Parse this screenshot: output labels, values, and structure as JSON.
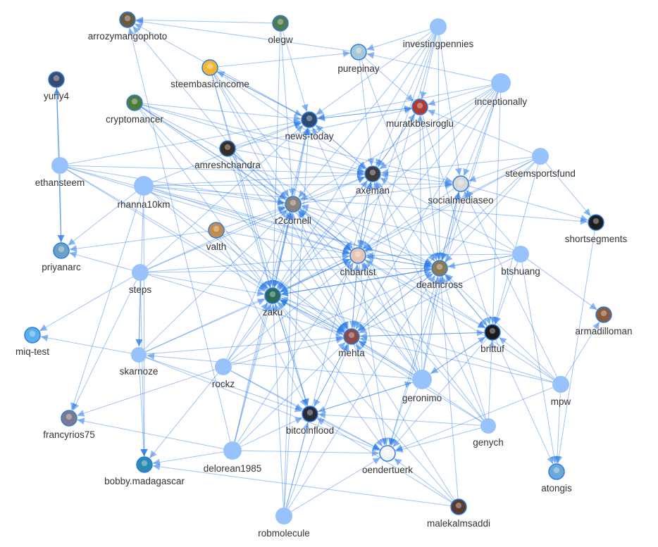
{
  "graph": {
    "node_color": "#97c2fc",
    "edge_color": "#2b7ce9",
    "nodes": [
      {
        "id": "arrozymangophoto",
        "label": "arrozymangophoto",
        "kind": "avatar",
        "avatar": "#6b5a3e"
      },
      {
        "id": "olegw",
        "label": "olegw",
        "kind": "avatar",
        "avatar": "#4e7a4e"
      },
      {
        "id": "investingpennies",
        "label": "investingpennies",
        "kind": "plain"
      },
      {
        "id": "purepinay",
        "label": "purepinay",
        "kind": "avatar",
        "avatar": "#a8c8d8"
      },
      {
        "id": "steembasicincome",
        "label": "steembasicincome",
        "kind": "avatar",
        "avatar": "#f2b632"
      },
      {
        "id": "yuriy4",
        "label": "yuriy4",
        "kind": "avatar",
        "avatar": "#3c4a6a"
      },
      {
        "id": "inceptionally",
        "label": "inceptionally",
        "kind": "plain"
      },
      {
        "id": "cryptomancer",
        "label": "cryptomancer",
        "kind": "avatar",
        "avatar": "#4f7a3a"
      },
      {
        "id": "muratkbesiroglu",
        "label": "muratkbesiroglu",
        "kind": "avatar",
        "avatar": "#b03a2e"
      },
      {
        "id": "news-today",
        "label": "news-today",
        "kind": "avatar",
        "avatar": "#2e4a6e"
      },
      {
        "id": "amreshchandra",
        "label": "amreshchandra",
        "kind": "avatar",
        "avatar": "#3a2e24"
      },
      {
        "id": "ethansteem",
        "label": "ethansteem",
        "kind": "plain"
      },
      {
        "id": "steemsportsfund",
        "label": "steemsportsfund",
        "kind": "plain"
      },
      {
        "id": "axeman",
        "label": "axeman",
        "kind": "avatar",
        "avatar": "#3b3b3b"
      },
      {
        "id": "rhanna10km",
        "label": "rhanna10km",
        "kind": "plain"
      },
      {
        "id": "socialmediaseo",
        "label": "socialmediaseo",
        "kind": "avatar",
        "avatar": "#d8d8d8"
      },
      {
        "id": "r2cornell",
        "label": "r2cornell",
        "kind": "avatar",
        "avatar": "#8a8278"
      },
      {
        "id": "shortsegments",
        "label": "shortsegments",
        "kind": "avatar",
        "avatar": "#1e1e1e"
      },
      {
        "id": "valth",
        "label": "valth",
        "kind": "avatar",
        "avatar": "#c48a4a"
      },
      {
        "id": "priyanarc",
        "label": "priyanarc",
        "kind": "avatar",
        "avatar": "#6aa0c0"
      },
      {
        "id": "chbartist",
        "label": "chbartist",
        "kind": "avatar",
        "avatar": "#e8c4b4"
      },
      {
        "id": "btshuang",
        "label": "btshuang",
        "kind": "plain"
      },
      {
        "id": "steps",
        "label": "steps",
        "kind": "plain"
      },
      {
        "id": "deathcross",
        "label": "deathcross",
        "kind": "avatar",
        "avatar": "#8a7a50"
      },
      {
        "id": "zaku",
        "label": "zaku",
        "kind": "avatar",
        "avatar": "#2a6a5a"
      },
      {
        "id": "armadilloman",
        "label": "armadilloman",
        "kind": "avatar",
        "avatar": "#8a5a3a"
      },
      {
        "id": "miq-test",
        "label": "miq-test",
        "kind": "avatar",
        "avatar": "#5ab0e8"
      },
      {
        "id": "brittuf",
        "label": "brittuf",
        "kind": "avatar",
        "avatar": "#1a1a1a"
      },
      {
        "id": "mehta",
        "label": "mehta",
        "kind": "avatar",
        "avatar": "#8a4a4a"
      },
      {
        "id": "skarnoze",
        "label": "skarnoze",
        "kind": "plain"
      },
      {
        "id": "rockz",
        "label": "rockz",
        "kind": "plain"
      },
      {
        "id": "geronimo",
        "label": "geronimo",
        "kind": "plain"
      },
      {
        "id": "mpw",
        "label": "mpw",
        "kind": "plain"
      },
      {
        "id": "francyrios75",
        "label": "francyrios75",
        "kind": "avatar",
        "avatar": "#7a7a8a"
      },
      {
        "id": "bitcoinflood",
        "label": "bitcoinflood",
        "kind": "avatar",
        "avatar": "#2a2a3a"
      },
      {
        "id": "genych",
        "label": "genych",
        "kind": "plain"
      },
      {
        "id": "delorean1985",
        "label": "delorean1985",
        "kind": "plain"
      },
      {
        "id": "oendertuerk",
        "label": "oendertuerk",
        "kind": "avatar",
        "avatar": "#f4f4f4"
      },
      {
        "id": "bobby.madagascar",
        "label": "bobby.madagascar",
        "kind": "avatar",
        "avatar": "#2a8ab0"
      },
      {
        "id": "atongis",
        "label": "atongis",
        "kind": "avatar",
        "avatar": "#6aa8d8"
      },
      {
        "id": "malekalmsaddi",
        "label": "malekalmsaddi",
        "kind": "avatar",
        "avatar": "#5a3a2a"
      },
      {
        "id": "robmolecule",
        "label": "robmolecule",
        "kind": "plain"
      }
    ],
    "edges_by_source": {
      "investingpennies": [
        "muratkbesiroglu",
        "axeman",
        "news-today",
        "socialmediaseo",
        "chbartist",
        "deathcross",
        "zaku",
        "r2cornell",
        "purepinay",
        "mehta"
      ],
      "inceptionally": [
        "muratkbesiroglu",
        "news-today",
        "axeman",
        "socialmediaseo",
        "deathcross",
        "chbartist",
        "zaku",
        "brittuf",
        "purepinay",
        "r2cornell",
        "mehta",
        "oendertuerk"
      ],
      "ethansteem": [
        "priyanarc",
        "news-today",
        "r2cornell",
        "zaku",
        "chbartist",
        "axeman",
        "deathcross",
        "mehta",
        "yuriy4"
      ],
      "steemsportsfund": [
        "shortsegments",
        "socialmediaseo",
        "axeman",
        "deathcross",
        "chbartist",
        "zaku",
        "muratkbesiroglu",
        "brittuf",
        "mehta"
      ],
      "rhanna10km": [
        "priyanarc",
        "r2cornell",
        "zaku",
        "chbartist",
        "deathcross",
        "axeman",
        "news-today",
        "francyrios75",
        "bobby.madagascar",
        "skarnoze",
        "mehta",
        "socialmediaseo",
        "shortsegments"
      ],
      "btshuang": [
        "deathcross",
        "chbartist",
        "zaku",
        "armadilloman",
        "brittuf",
        "atongis",
        "axeman",
        "mehta",
        "r2cornell",
        "socialmediaseo"
      ],
      "steps": [
        "priyanarc",
        "miq-test",
        "skarnoze",
        "francyrios75",
        "bobby.madagascar",
        "zaku",
        "chbartist",
        "r2cornell",
        "deathcross",
        "mehta",
        "axeman",
        "news-today"
      ],
      "skarnoze": [
        "miq-test",
        "bobby.madagascar",
        "zaku",
        "chbartist",
        "mehta",
        "oendertuerk",
        "bitcoinflood",
        "r2cornell"
      ],
      "rockz": [
        "zaku",
        "mehta",
        "bitcoinflood",
        "oendertuerk",
        "bobby.madagascar",
        "francyrios75",
        "chbartist",
        "deathcross",
        "r2cornell",
        "axeman"
      ],
      "geronimo": [
        "mehta",
        "oendertuerk",
        "bitcoinflood",
        "zaku",
        "chbartist",
        "deathcross",
        "brittuf",
        "r2cornell",
        "axeman",
        "news-today",
        "muratkbesiroglu",
        "socialmediaseo",
        "skarnoze",
        "arrozymangophoto"
      ],
      "mpw": [
        "brittuf",
        "deathcross",
        "chbartist",
        "mehta",
        "zaku",
        "oendertuerk",
        "atongis",
        "armadilloman",
        "socialmediaseo"
      ],
      "genych": [
        "oendertuerk",
        "mehta",
        "deathcross",
        "zaku",
        "brittuf",
        "bitcoinflood",
        "chbartist",
        "r2cornell",
        "axeman"
      ],
      "delorean1985": [
        "bobby.madagascar",
        "francyrios75",
        "zaku",
        "mehta",
        "bitcoinflood",
        "oendertuerk",
        "chbartist",
        "r2cornell",
        "news-today",
        "arrozymangophoto"
      ],
      "robmolecule": [
        "bitcoinflood",
        "oendertuerk",
        "mehta",
        "zaku",
        "deathcross",
        "r2cornell",
        "news-today",
        "axeman"
      ],
      "cryptomancer": [
        "r2cornell",
        "zaku",
        "chbartist",
        "deathcross",
        "axeman",
        "news-today",
        "mehta",
        "brittuf",
        "socialmediaseo"
      ],
      "amreshchandra": [
        "zaku",
        "chbartist",
        "axeman",
        "news-today",
        "r2cornell",
        "mehta",
        "muratkbesiroglu"
      ],
      "valth": [
        "zaku",
        "r2cornell",
        "chbartist",
        "mehta",
        "priyanarc",
        "bitcoinflood"
      ],
      "malekalmsaddi": [
        "oendertuerk",
        "mehta",
        "bitcoinflood",
        "zaku",
        "bobby.madagascar",
        "deathcross"
      ],
      "olegw": [
        "news-today",
        "zaku",
        "r2cornell",
        "arrozymangophoto"
      ],
      "steembasicincome": [
        "purepinay",
        "news-today",
        "zaku",
        "r2cornell",
        "chbartist",
        "axeman",
        "mehta",
        "bitcoinflood"
      ],
      "purepinay": [
        "arrozymangophoto",
        "muratkbesiroglu",
        "deathcross",
        "axeman"
      ],
      "news-today": [
        "muratkbesiroglu",
        "axeman",
        "zaku",
        "steembasicincome",
        "arrozymangophoto"
      ],
      "muratkbesiroglu": [
        "news-today",
        "axeman",
        "deathcross",
        "brittuf"
      ],
      "axeman": [
        "muratkbesiroglu",
        "news-today",
        "chbartist",
        "deathcross",
        "zaku"
      ],
      "r2cornell": [
        "axeman",
        "news-today",
        "zaku",
        "chbartist",
        "mehta",
        "deathcross",
        "socialmediaseo"
      ],
      "chbartist": [
        "deathcross",
        "mehta",
        "zaku",
        "r2cornell",
        "axeman",
        "brittuf",
        "oendertuerk"
      ],
      "deathcross": [
        "brittuf",
        "chbartist",
        "mehta",
        "zaku",
        "socialmediaseo",
        "oendertuerk"
      ],
      "zaku": [
        "mehta",
        "chbartist",
        "r2cornell",
        "bitcoinflood",
        "deathcross",
        "oendertuerk"
      ],
      "mehta": [
        "oendertuerk",
        "bitcoinflood",
        "zaku",
        "chbartist",
        "deathcross",
        "brittuf"
      ],
      "brittuf": [
        "deathcross",
        "geronimo",
        "oendertuerk",
        "mehta",
        "atongis"
      ],
      "bitcoinflood": [
        "oendertuerk",
        "mehta",
        "zaku",
        "geronimo"
      ],
      "socialmediaseo": [
        "shortsegments",
        "deathcross",
        "axeman",
        "chbartist"
      ],
      "shortsegments": [
        "atongis"
      ],
      "yuriy4": [
        "priyanarc"
      ],
      "priyanarc": [
        "yuriy4"
      ]
    }
  }
}
